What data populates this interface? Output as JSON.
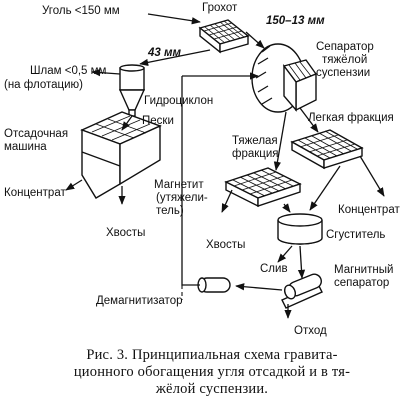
{
  "labels": {
    "coal_input": "Уголь <150 мм",
    "screen": "Грохот",
    "size_large": "150–13 мм",
    "size_small": "43 мм",
    "separator": "Сепаратор тяжёлой суспензии",
    "slime": "Шлам <0,5 мм",
    "slime_note": "(на флотацию)",
    "hydrocyclone": "Гидроциклон",
    "sands": "Пески",
    "jig": "Отсадочная машина",
    "heavy_fraction": "Тяжелая фракция",
    "light_fraction": "Легкая фракция",
    "concentrate_left": "Концентрат",
    "magnetite": "Магнетит (утяжели- тель)",
    "tails_left": "Хвосты",
    "tails_middle": "Хвосты",
    "concentrate_right": "Концентрат",
    "thickener": "Сгуститель",
    "overflow": "Слив",
    "magnetic_separator": "Магнитный сепаратор",
    "demagnetizer": "Демагнитизатор",
    "waste": "Отход"
  },
  "caption": {
    "line1": "Рис. 3. Принципиальная схема гравита-",
    "line2": "ционного обогащения угля отсадкой и в тя-",
    "line3": "жёлой суспензии."
  }
}
